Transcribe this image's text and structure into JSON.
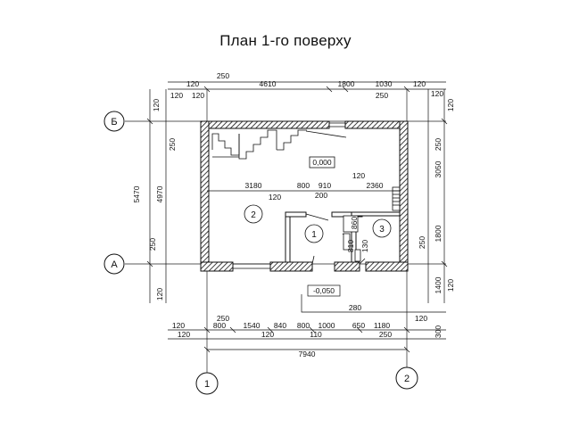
{
  "title": "План 1-го поверху",
  "axes": {
    "b": "Б",
    "a": "А",
    "one": "1",
    "two": "2"
  },
  "rooms": {
    "r1": "1",
    "r2": "2",
    "r3": "3"
  },
  "levels": {
    "floor": "0,000",
    "outside": "-0,050"
  },
  "dims": {
    "top": [
      "120",
      "250",
      "4610",
      "1800",
      "1030",
      "120",
      "250",
      "120"
    ],
    "top_left": [
      "120",
      "120"
    ],
    "left_vertical": [
      "5470",
      "4970",
      "250",
      "250",
      "120",
      "120"
    ],
    "right_vertical": [
      "250",
      "3050",
      "1800",
      "250",
      "1400",
      "120",
      "120",
      "300"
    ],
    "interior": [
      "3180",
      "120",
      "800",
      "910",
      "200",
      "120",
      "2360",
      "860",
      "810",
      "130"
    ],
    "bottom1": [
      "250",
      "1540",
      "840",
      "800",
      "1000",
      "280",
      "120",
      "120"
    ],
    "bottom2": [
      "120",
      "800",
      "120",
      "110",
      "650",
      "1180",
      "250"
    ],
    "total": "7940"
  }
}
